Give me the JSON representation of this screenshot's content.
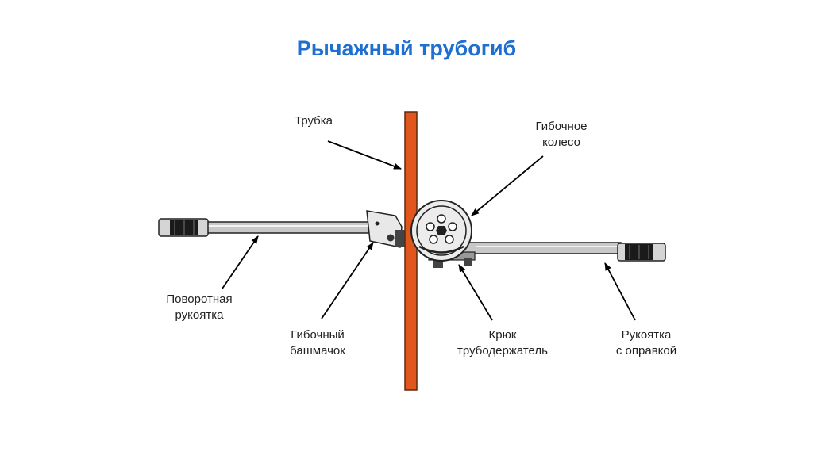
{
  "title": "Рычажный трубогиб",
  "labels": {
    "tube": "Трубка",
    "wheel_line1": "Гибочное",
    "wheel_line2": "колесо",
    "rotary_handle_line1": "Поворотная",
    "rotary_handle_line2": "рукоятка",
    "shoe_line1": "Гибочный",
    "shoe_line2": "башмачок",
    "hook_line1": "Крюк",
    "hook_line2": "трубодержатель",
    "mandrel_handle_line1": "Рукоятка",
    "mandrel_handle_line2": "с оправкой"
  },
  "colors": {
    "title": "#1f6fd0",
    "tube": "#e0561c",
    "tube_outline": "#5a2a10"
  }
}
